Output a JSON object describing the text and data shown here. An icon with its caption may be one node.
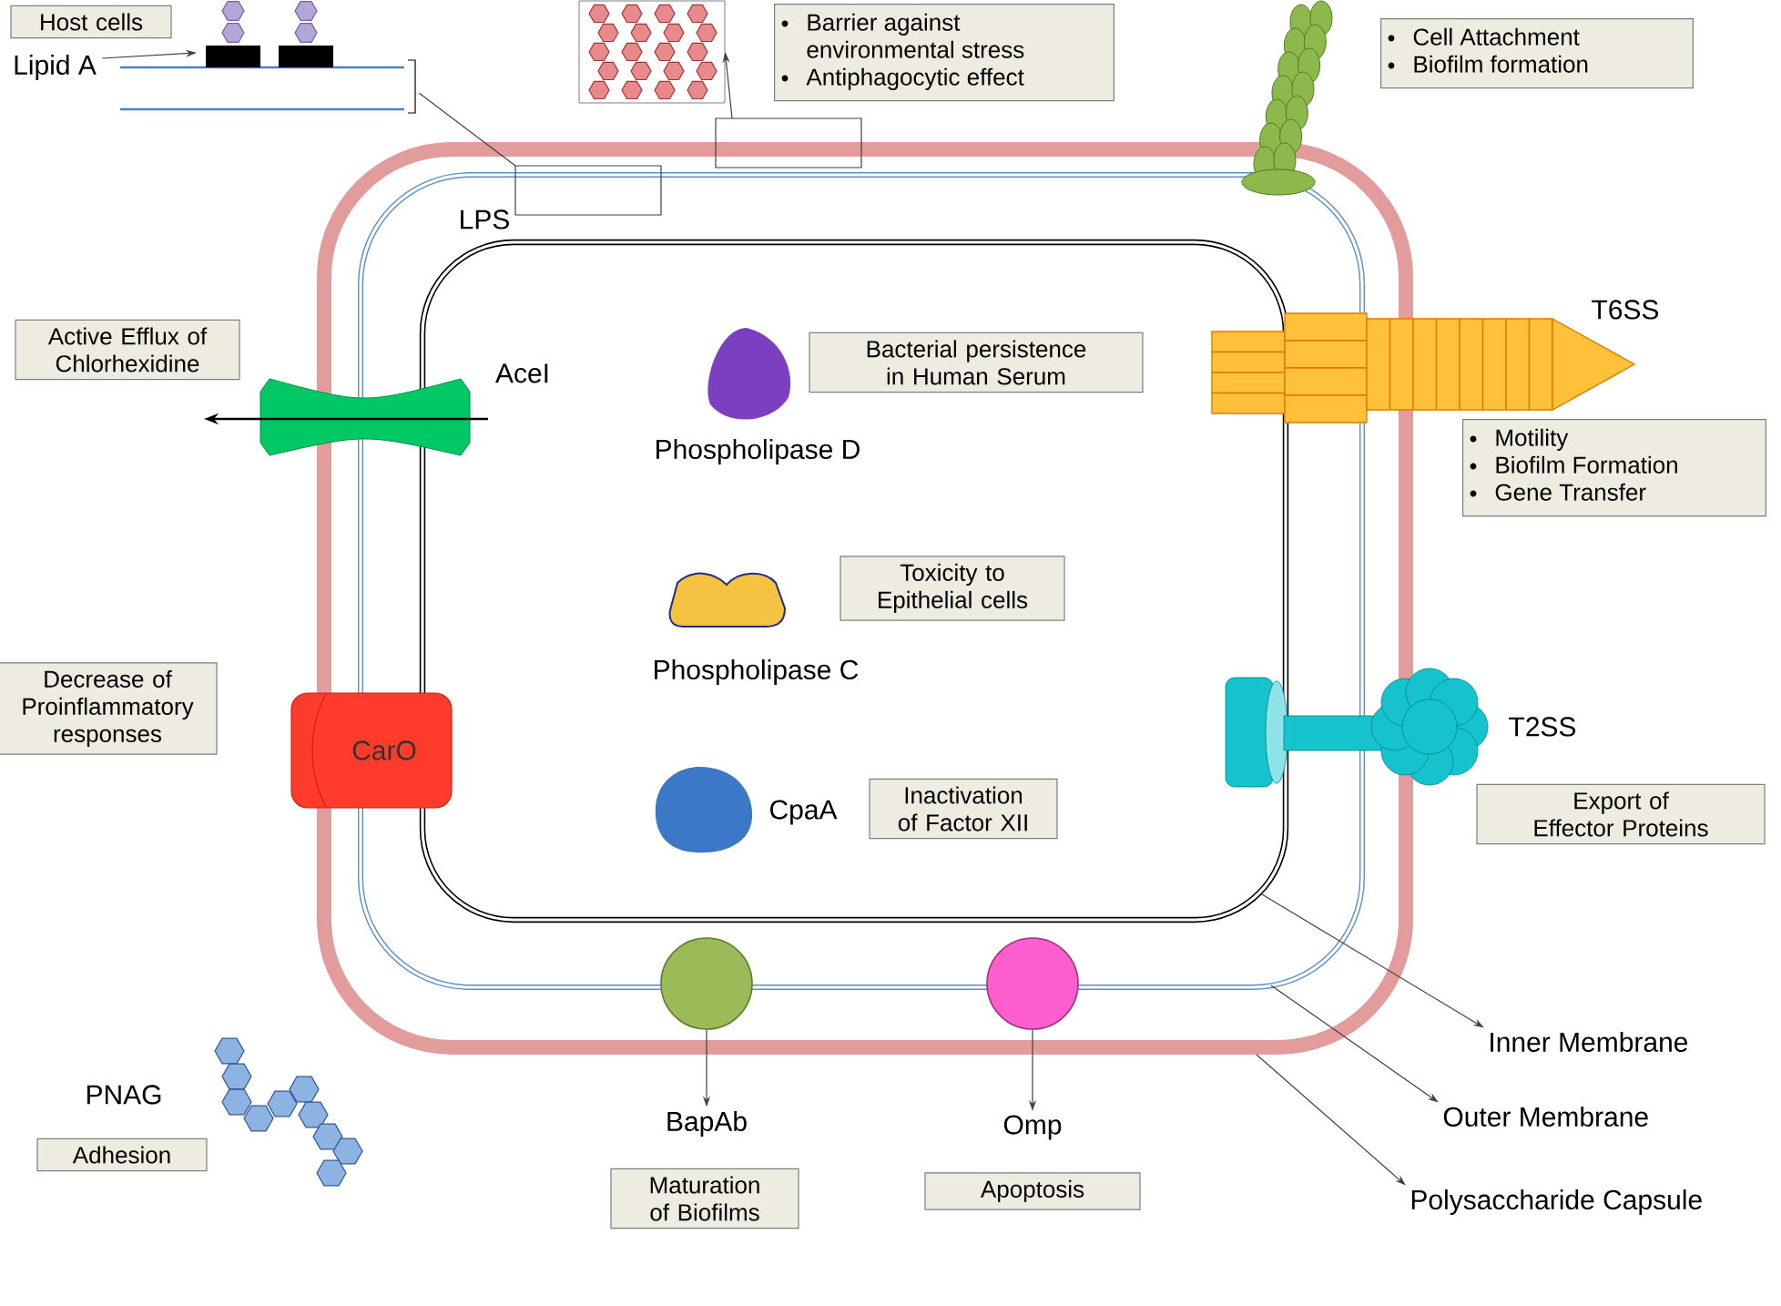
{
  "diagram": {
    "nodes": [
      {
        "text": [],
        "shape": "box"
      },
      {
        "text": [],
        "shape": "box",
        "in": 0
      },
      {
        "text": [],
        "shape": "box",
        "in": 1
      },
      {
        "text": [
          "Host cells"
        ]
      },
      {
        "text": [
          "Lipid A"
        ]
      },
      {
        "text": [],
        "shape": "picture"
      },
      {
        "text": [],
        "shape": "box",
        "beside": [
          "LPS"
        ],
        "in": 0
      },
      {
        "text": [],
        "shape": "picture"
      },
      {
        "text": [],
        "shape": "box"
      },
      {
        "text": [
          "Barrier against environmental stress",
          "Antiphagocytic effect"
        ]
      },
      {
        "text": [],
        "shape": "picture"
      },
      {
        "text": [
          "Cell Attachment",
          "Biofilm formation"
        ]
      },
      {
        "text": [],
        "shape": "picture",
        "beside": [
          "T6SS"
        ]
      },
      {
        "text": [
          "Motility",
          "Biofilm Formation",
          "Gene Transfer"
        ]
      },
      {
        "text": [],
        "shape": "picture",
        "beside": [
          "AceI"
        ]
      },
      {
        "text": [
          "Active Efflux of Chlorhexidine"
        ]
      },
      {
        "text": [],
        "shape": "blob",
        "beside": [
          "Phospholipase D"
        ],
        "in": 2
      },
      {
        "text": [
          "Bacterial persistence in Human Serum"
        ],
        "in": 2
      },
      {
        "text": [],
        "shape": "blob",
        "beside": [
          "Phospholipase C"
        ],
        "in": 2
      },
      {
        "text": [
          "Toxicity to Epithelial cells"
        ],
        "in": 2
      },
      {
        "text": [
          "CarO"
        ]
      },
      {
        "text": [
          "Decrease of Proinflammatory responses"
        ]
      },
      {
        "text": [],
        "shape": "picture",
        "beside": [
          "T2SS"
        ]
      },
      {
        "text": [
          "Export of Effector Proteins"
        ]
      },
      {
        "text": [],
        "shape": "circle",
        "beside": [
          "CpaA"
        ],
        "in": 2
      },
      {
        "text": [
          "Inactivation of Factor XII"
        ],
        "in": 2
      },
      {
        "text": [],
        "shape": "circle",
        "in": 0
      },
      {
        "text": [],
        "shape": "circle",
        "in": 0
      },
      {
        "text": [],
        "shape": "picture",
        "beside": [
          "PNAG"
        ]
      },
      {
        "text": [
          "Adhesion"
        ]
      },
      {
        "text": [
          "BapAb"
        ]
      },
      {
        "text": [
          "Maturation of Biofilms"
        ]
      },
      {
        "text": [
          "Omp"
        ]
      },
      {
        "text": [
          "Apoptosis"
        ]
      },
      {
        "text": [
          "Inner Membrane"
        ]
      },
      {
        "text": [
          "Outer Membrane"
        ]
      },
      {
        "text": [
          "Polysaccharide Capsule"
        ]
      }
    ],
    "edges": [
      {
        "from": 4,
        "to": 5,
        "arrow": "to"
      },
      {
        "from": 6,
        "to": 5,
        "arrow": "none"
      },
      {
        "from": 8,
        "to": 7,
        "arrow": "to"
      },
      {
        "from": 26,
        "to": 30,
        "arrow": "to"
      },
      {
        "from": 27,
        "to": 32,
        "arrow": "to"
      },
      {
        "from": 2,
        "to": 34,
        "arrow": "to"
      },
      {
        "from": 1,
        "to": 35,
        "arrow": "to"
      },
      {
        "from": 0,
        "to": 36,
        "arrow": "to"
      }
    ]
  }
}
